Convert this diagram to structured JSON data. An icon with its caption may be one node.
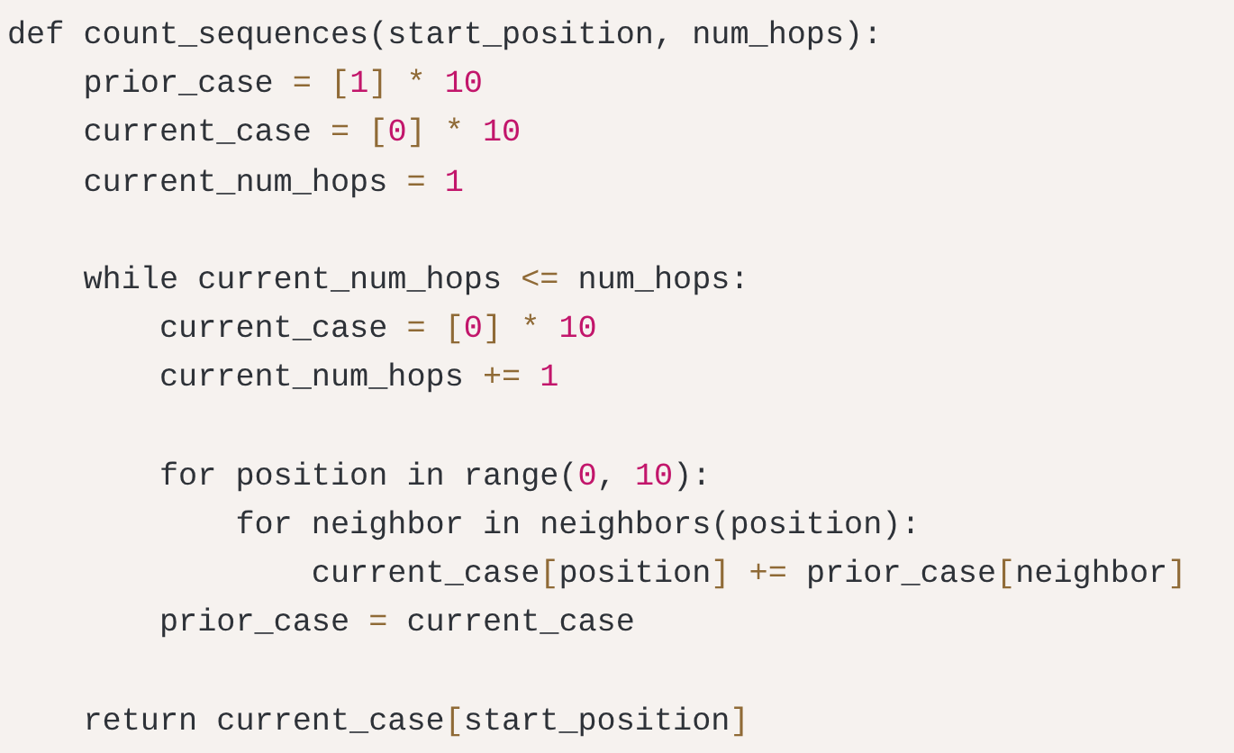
{
  "diagram": {
    "labels": [
      "def count_sequences(start_position, num_hops):",
      "    prior_case = [1] * 10",
      "    current_case = [0] * 10",
      "    current_num_hops = 1",
      "    while current_num_hops <= num_hops:",
      "        current_case = [0] * 10",
      "        current_num_hops += 1",
      "        for position in range(0, 10):",
      "            for neighbor in neighbors(position):",
      "                current_case[position] += prior_case[neighbor]",
      "        prior_case = current_case",
      "    return current_case[start_position]"
    ]
  }
}
